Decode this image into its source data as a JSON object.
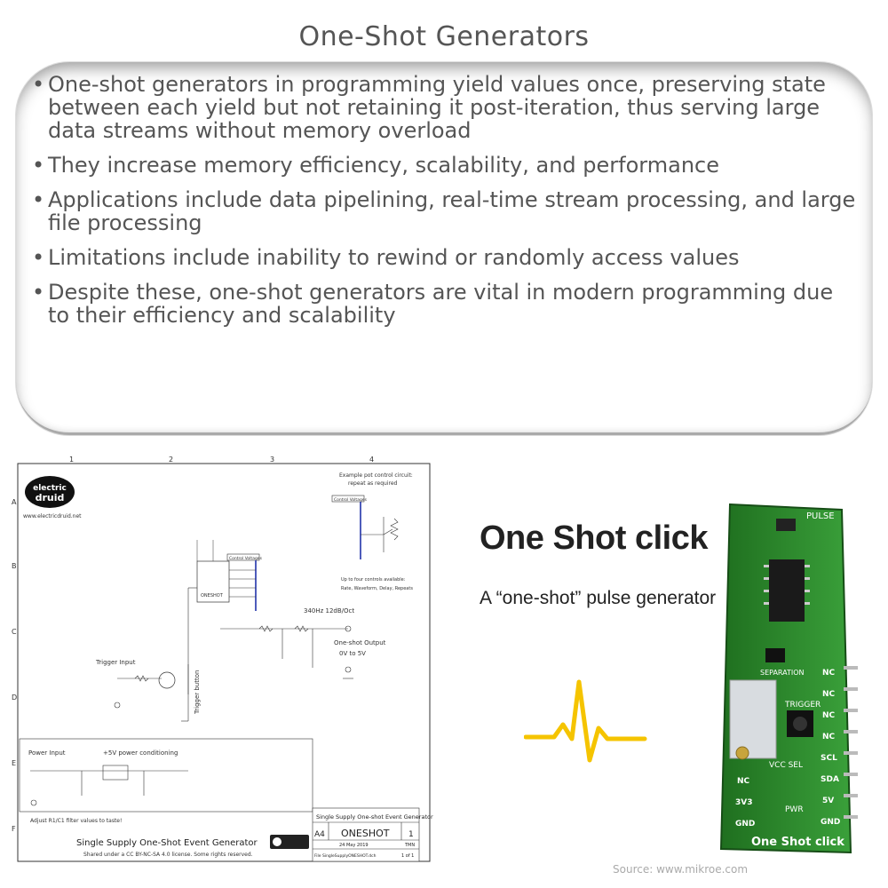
{
  "title": "One-Shot Generators",
  "bullets": [
    "One-shot generators in programming yield values once, preserving state between each yield but not retaining it post-iteration, thus serving large data streams without memory overload",
    "They increase memory efficiency, scalability, and performance",
    "Applications include data pipelining, real-time stream processing, and large file processing",
    "Limitations include inability to rewind or randomly access values",
    "Despite these, one-shot generators are vital in modern programming due to their efficiency and scalability"
  ],
  "schematic": {
    "logo_line1": "electric",
    "logo_line2": "druid",
    "website": "www.electricdruid.net",
    "col_labels": [
      "1",
      "2",
      "3",
      "4"
    ],
    "row_labels": [
      "A",
      "B",
      "C",
      "D",
      "E",
      "F"
    ],
    "pot_title": "Example pot control circuit:",
    "pot_title2": "repeat as required",
    "control_voltages": "Control Voltages",
    "control_note1": "Up to four controls available:",
    "control_note2": "Rate, Waveform, Delay, Repeats",
    "filter_label": "340Hz 12dB/Oct",
    "output_label": "One-shot Output",
    "output_range": "0V to 5V",
    "trigger_input": "Trigger Input",
    "trigger_button": "Trigger button",
    "power_input": "Power Input",
    "power_cond": "+5V power conditioning",
    "filter_note": "Adjust R1/C1 filter values to taste!",
    "main_title": "Single Supply One-Shot Event Generator",
    "license": "Shared under a CC BY-NC-SA 4.0 license. Some rights reserved.",
    "tb_title": "Single Supply One-shot Event Generator",
    "tb_size": "A4",
    "tb_model": "ONESHOT",
    "tb_rev": "1",
    "tb_date": "24 May 2019",
    "tb_file": "File SingleSupplyONESHOT.dch",
    "tb_sheet": "1 of 1",
    "tb_drawn": "TMN",
    "chip_label": "ONESHOT"
  },
  "product": {
    "title": "One Shot click",
    "subtitle": "A “one-shot” pulse generator",
    "board_name": "One Shot click",
    "board_labels": [
      "PULSE",
      "TRIGGER",
      "SEPARATION",
      "VCC SEL",
      "PWR"
    ],
    "pins_right": [
      "NC",
      "NC",
      "NC",
      "NC",
      "SCL",
      "SDA",
      "5V",
      "GND"
    ],
    "pins_left": [
      "NC",
      "3V3",
      "GND"
    ],
    "pulse_color": "#f5c400",
    "board_color": "#2e8b2e"
  },
  "source": "Source: www.mikroe.com"
}
